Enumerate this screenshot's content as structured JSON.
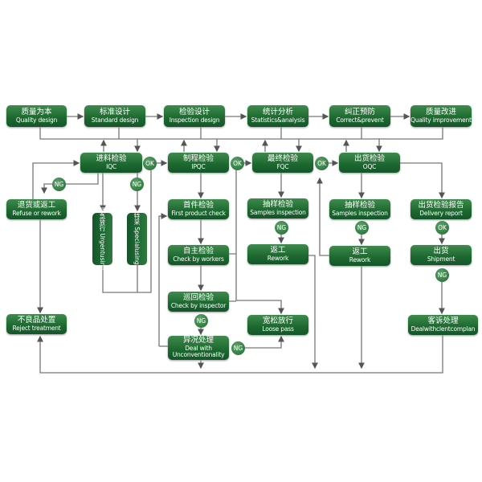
{
  "top": [
    {
      "zh": "质量为本",
      "en": "Quality design"
    },
    {
      "zh": "标准设计",
      "en": "Standard design"
    },
    {
      "zh": "检验设计",
      "en": "Inspection design"
    },
    {
      "zh": "统计分析",
      "en": "Statistics&analysis"
    },
    {
      "zh": "纠正预防",
      "en": "Correct&prevent"
    },
    {
      "zh": "质量改进",
      "en": "Quality improvement"
    }
  ],
  "stages": [
    {
      "zh": "进料检验",
      "en": "IQC"
    },
    {
      "zh": "制程检验",
      "en": "IPQC"
    },
    {
      "zh": "最终检验",
      "en": "FQC"
    },
    {
      "zh": "出货检验",
      "en": "OQC"
    }
  ],
  "iqc": {
    "refuse": {
      "zh": "退货或返工",
      "en": "Refuse or rework"
    },
    "urgent": "紧急放行 Urgentusing",
    "special": "特采 Specialusing",
    "reject": {
      "zh": "不良品处置",
      "en": "Reject treatment"
    }
  },
  "ipqc": {
    "first": {
      "zh": "首件检验",
      "en": "First product check"
    },
    "workers": {
      "zh": "自主检验",
      "en": "Check by workers"
    },
    "inspector": {
      "zh": "巡回检验",
      "en": "Check by inspector"
    },
    "deal": {
      "zh": "异况处理",
      "en": "Deal with Unconventionality"
    },
    "loose": {
      "zh": "宽松放行",
      "en": "Loose pass"
    }
  },
  "fqc": {
    "samples": {
      "zh": "抽样检验",
      "en": "Samples inspection"
    },
    "rework": {
      "zh": "返工",
      "en": "Rework"
    }
  },
  "oqc": {
    "samples": {
      "zh": "抽样检验",
      "en": "Samples inspection"
    },
    "rework": {
      "zh": "返工",
      "en": "Rework"
    },
    "report": {
      "zh": "出货检验报告",
      "en": "Delivery report"
    },
    "ship": {
      "zh": "出货",
      "en": "Shipment"
    },
    "complaint": {
      "zh": "客诉处理",
      "en": "Dealwithclentcomplan"
    }
  },
  "labels": {
    "ok": "OK",
    "ng": "NG"
  }
}
